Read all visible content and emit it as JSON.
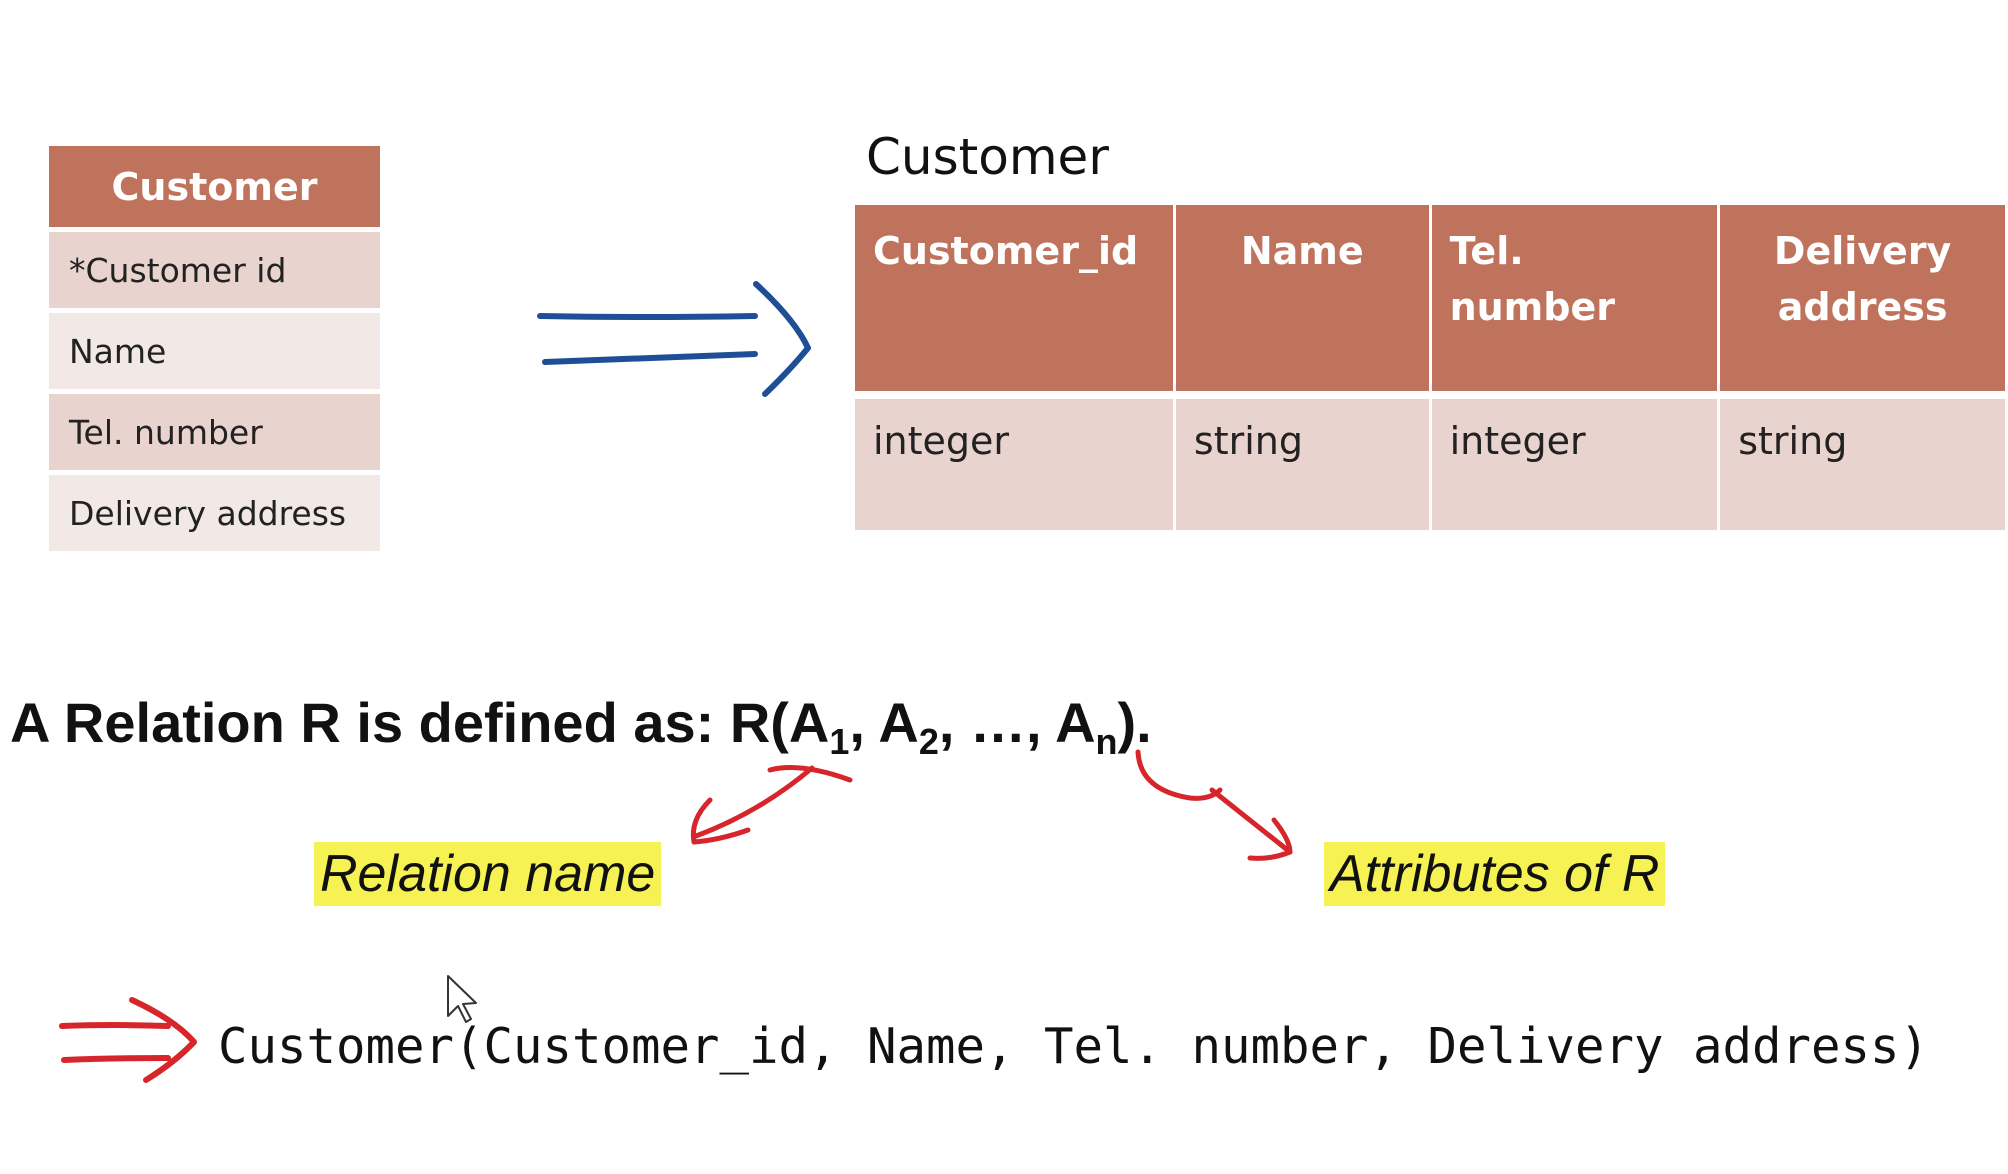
{
  "entity": {
    "title": "Customer",
    "attributes": [
      "*Customer id",
      "Name",
      "Tel. number",
      "Delivery address"
    ]
  },
  "relation": {
    "title": "Customer",
    "headers": [
      "Customer_id",
      "Name",
      "Tel. number",
      "Delivery address"
    ],
    "types": [
      "integer",
      "string",
      "integer",
      "string"
    ]
  },
  "definition": {
    "prefix": "A Relation R is defined as: R(A",
    "sub1": "1",
    "sep1": ", A",
    "sub2": "2",
    "sep2": ", …, A",
    "subn": "n",
    "suffix": ")."
  },
  "labels": {
    "relation_name": "Relation name",
    "attributes": "Attributes of R"
  },
  "schema": "Customer(Customer_id, Name, Tel. number, Delivery address)",
  "colors": {
    "header": "#c0735c",
    "row_dark": "#e8d3cf",
    "row_light": "#f2e9e7",
    "highlight": "#f7f254",
    "blue_arrow": "#1f4e96",
    "red_annotation": "#d6262b"
  }
}
